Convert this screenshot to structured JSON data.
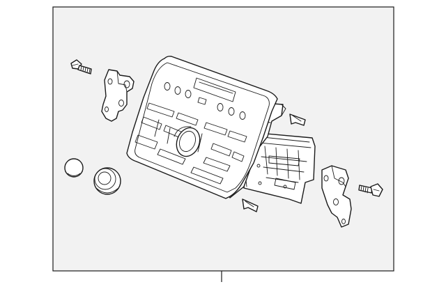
{
  "diagram": {
    "parts": [
      {
        "id": "radio-head-unit"
      },
      {
        "id": "left-mounting-bracket"
      },
      {
        "id": "right-mounting-bracket"
      },
      {
        "id": "left-bolt"
      },
      {
        "id": "right-bolt"
      },
      {
        "id": "knob-cap"
      },
      {
        "id": "volume-knob"
      },
      {
        "id": "upper-clip"
      },
      {
        "id": "lower-clip"
      }
    ],
    "colors": {
      "background": "#ffffff",
      "frame": "#f2f2f2",
      "line": "#1a1a1a"
    }
  }
}
